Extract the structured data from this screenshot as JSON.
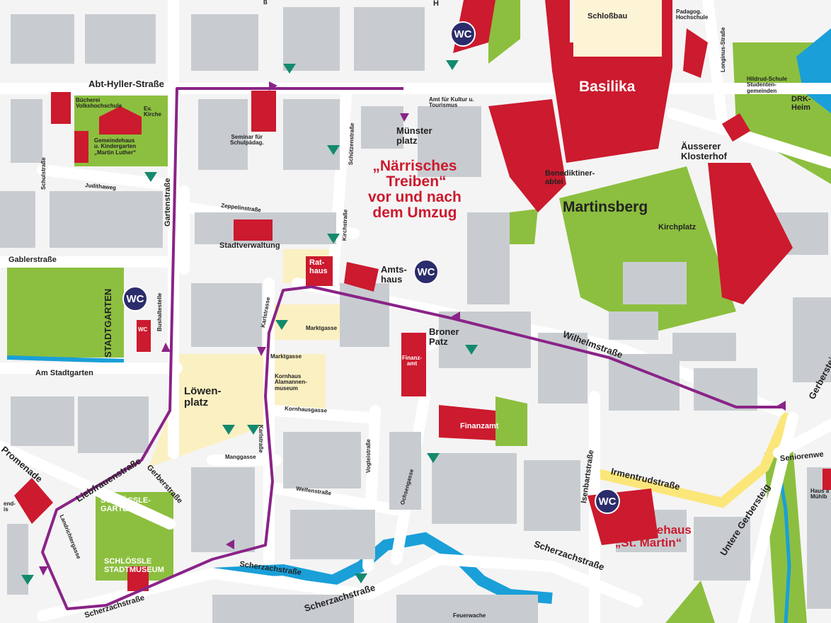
{
  "colors": {
    "background": "#f4f4f4",
    "building": "#c8ccd0",
    "road": "#ffffff",
    "park": "#8cbf3f",
    "water": "#1a9fd8",
    "landmark": "#cc1a2e",
    "plaza": "#fbf0c2",
    "route": "#8a2387",
    "wc": "#2b2c6b",
    "info_marker": "#138a6e",
    "yellow_road": "#fbe67a"
  },
  "icons": {
    "wc": "wc-icon",
    "marker": "info-triangle-icon",
    "arrow": "route-arrow-icon"
  },
  "wc_label": "WC",
  "event": {
    "line1": "„Närrisches",
    "line2": "Treiben“",
    "line3": "vor und nach",
    "line4": "dem Umzug"
  },
  "landmarks": {
    "basilika": "Basilika",
    "schlossbau": "Schloßbau",
    "martinsberg": "Martinsberg",
    "kirchplatz": "Kirchplatz",
    "benediktiner": "Benediktiner-",
    "abtei": "abtei",
    "aeusserer": "Äusserer",
    "klosterhof": "Klosterhof",
    "drk1": "DRK-",
    "drk2": "Heim",
    "hildrud1": "Hildrud-Schule",
    "hildrud2": "Studenten-",
    "hildrud3": "gemeinden",
    "padagog1": "Padagog.",
    "padagog2": "Hochschule",
    "muenster1": "Münster",
    "muenster2": "platz",
    "amt_kultur1": "Amt für Kultur u.",
    "amt_kultur2": "Tourismus",
    "seminar1": "Seminar für",
    "seminar2": "Schulpädag.",
    "buecherei1": "Bücherei",
    "buecherei2": "Volkshochschule",
    "ev1": "Ev.",
    "ev2": "Kirche",
    "gemeindehaus_l1": "Gemeindehaus",
    "gemeindehaus_l2": "u. Kindergarten",
    "gemeindehaus_l3": "„Martin Luther“",
    "stadtverwaltung": "Stadtverwaltung",
    "rathaus1": "Rat-",
    "rathaus2": "haus",
    "amtshaus1": "Amts-",
    "amtshaus2": "haus",
    "broner1": "Broner",
    "broner2": "Patz",
    "finanzamt_small1": "Finanz-",
    "finanzamt_small2": "amt",
    "finanzamt": "Finanzamt",
    "kornhaus1": "Kornhaus",
    "kornhaus2": "Alamannen-",
    "kornhaus3": "museum",
    "loewen1": "Löwen-",
    "loewen2": "platz",
    "stadtgarten": "STADTGARTEN",
    "wc_small": "WC",
    "bushaltestelle": "Bushaltestelle",
    "schloessle_garten1": "SCHLÖSSLE-",
    "schloessle_garten2": "GARTEN",
    "schloessle_museum1": "SCHLÖSSLE",
    "schloessle_museum2": "STADTMUSEUM",
    "gemeindehaus_sm1": "Gemeindehaus",
    "gemeindehaus_sm2": "„St. Martin“",
    "feuerwache": "Feuerwache",
    "haus1": "Haus a",
    "haus2": "Mühlb",
    "end1": "end-",
    "end2": "is"
  },
  "streets": {
    "abt_hyller": "Abt-Hyller-Straße",
    "gablerstrasse": "Gablerstraße",
    "am_stadtgarten": "Am Stadtgarten",
    "judithaweg": "Judithaweg",
    "schulstrasse": "Schulstraße",
    "gartenstrasse": "Gartenstraße",
    "zeppelinstrasse": "Zeppelinstraße",
    "kirchstrasse": "Kirchstraße",
    "schuetzenstrasse": "Schützenstraße",
    "karlstrasse1": "Karlstrasse",
    "karlstrasse2": "Karlstraße",
    "marktgasse1": "Marktgasse",
    "marktgasse2": "Marktgasse",
    "kornhausgasse": "Kornhausgasse",
    "manggasse": "Manggasse",
    "vogteistrasse": "Vogteistraße",
    "ochsengasse": "Ochsengasse",
    "welfenstrasse": "Welfenstraße",
    "wilhelmstrasse": "Wilhelmstraße",
    "isenbartstrasse": "Isenbartstraße",
    "irmentrudstrasse": "Irmentrudstraße",
    "untere_gerbersteig": "Untere Gerbersteig",
    "gerbersteig": "Gerbersteig",
    "seniorenwe": "Seniorenwe",
    "scherzach1": "Scherzachstraße",
    "scherzach2": "Scherzachstraße",
    "scherzach3": "Scherzachstraße",
    "scherzach4": "Scherzachstraße",
    "promenade": "Promenade",
    "liebfrauenstrasse": "Liebfrauenstraße",
    "gerberstrasse": "Gerberstraße",
    "landrichtergasse": "Landrichtergasse",
    "longinus": "Longinus-Straße",
    "h_top": "H",
    "b_top": "B"
  }
}
